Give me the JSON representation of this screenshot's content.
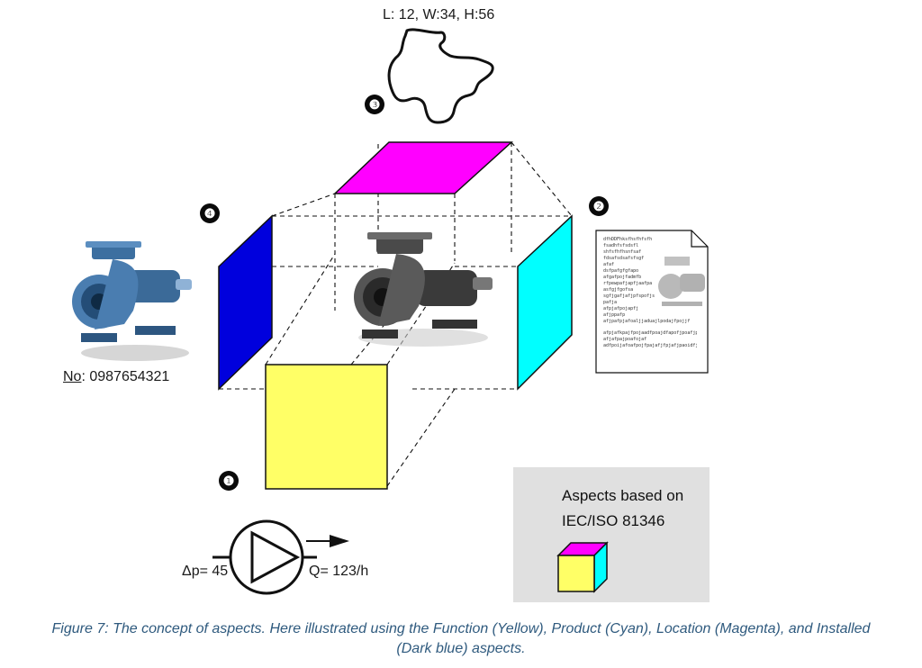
{
  "dimensions_label": "L: 12, W:34, H:56",
  "markers": {
    "m1": "❶",
    "m2": "❷",
    "m3": "❸",
    "m4": "❹"
  },
  "product_no_prefix": "No",
  "product_no_value": ": 0987654321",
  "pump_symbol": {
    "dp": "Δp= 45",
    "q": "Q= 123/h"
  },
  "legend": {
    "line1": "Aspects based on",
    "line2": "IEC/ISO 81346"
  },
  "document_lines": [
    "dfhDDFhksfhsfhfsfh",
    "fsadhfsfsdsfl",
    "shfsfhfhsnfsaf",
    "fdsafsdsafsfsgf",
    "afaf",
    "dsfpafgfgfapo",
    "afgafpojfadmfb",
    "rfpewpafjapfjaafpa",
    "asfgjfgofsa",
    "sgfjgafjafjpfspofjs",
    "pafja",
    "afpjafpojapfj",
    "afjppafp",
    "afjpafpjafoaljjaduajlpodajfpojjf",
    "afpjafkpajfpojaadfpoajdfapofjpoafjpaf",
    "afjafpajpoafojaf",
    "adfpoijafoafpojfpajafjfpjafjpaoidfjpaoidjf"
  ],
  "caption": {
    "line1": "Figure 7: The concept of aspects. Here illustrated using the Function (Yellow), Product (Cyan), Location (Magenta), and Installed",
    "line2": "(Dark blue) aspects."
  },
  "colors": {
    "function_yellow": "#ffff66",
    "product_cyan": "#00ffff",
    "location_magenta": "#ff00ff",
    "installed_blue": "#0000dd",
    "caption_blue": "#2f5a7e",
    "legend_bg": "#e0e0e0"
  },
  "icons": [
    "pump-photo-icon",
    "pump-outline-icon",
    "document-icon",
    "pump-symbol-icon",
    "legend-cube-icon"
  ]
}
